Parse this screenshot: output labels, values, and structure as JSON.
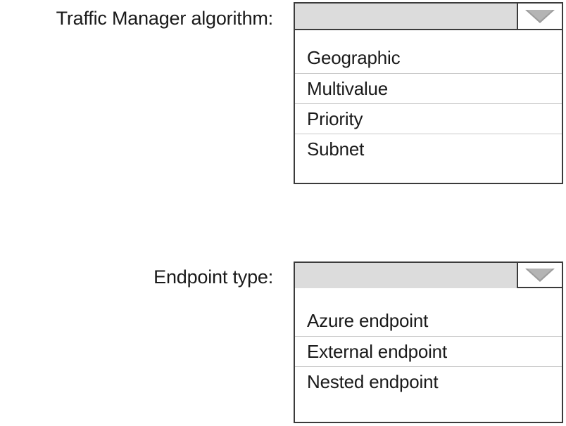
{
  "page": {
    "background": "#ffffff",
    "text_color": "#1a1a1a",
    "border_color": "#3b3b3b",
    "field_fill": "#dcdcdc",
    "caret_color": "#9d9d9d",
    "separator_color": "#c8c8c8"
  },
  "fields": [
    {
      "id": "traffic-manager-algorithm",
      "label": "Traffic Manager algorithm:",
      "selected_value": "",
      "expanded": true,
      "caret_icon": "chevron-down-icon",
      "options": [
        "Geographic",
        "Multivalue",
        "Priority",
        "Subnet"
      ]
    },
    {
      "id": "endpoint-type",
      "label": "Endpoint type:",
      "selected_value": "",
      "expanded": true,
      "caret_icon": "chevron-down-icon",
      "options": [
        "Azure endpoint",
        "External endpoint",
        "Nested endpoint"
      ]
    }
  ]
}
